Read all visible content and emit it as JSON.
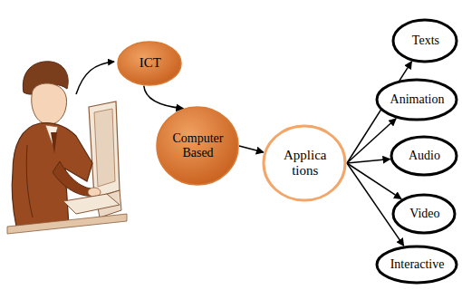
{
  "diagram": {
    "nodes": [
      {
        "text": [
          "ICT"
        ]
      },
      {
        "text": [
          "Computer Based"
        ]
      },
      {
        "text": [
          "Applica tions"
        ]
      },
      {
        "text": [
          "Texts"
        ]
      },
      {
        "text": [
          "Animation"
        ]
      },
      {
        "text": [
          "Audio"
        ]
      },
      {
        "text": [
          "Video"
        ]
      },
      {
        "text": [
          "Interactive"
        ]
      }
    ],
    "edges": [
      {
        "from": 0,
        "to": 1,
        "arrow": "to"
      },
      {
        "from": 1,
        "to": 2,
        "arrow": "to"
      },
      {
        "from": 2,
        "to": 3,
        "arrow": "to"
      },
      {
        "from": 2,
        "to": 4,
        "arrow": "to"
      },
      {
        "from": 2,
        "to": 5,
        "arrow": "to"
      },
      {
        "from": 2,
        "to": 6,
        "arrow": "to"
      },
      {
        "from": 2,
        "to": 7,
        "arrow": "to"
      }
    ]
  }
}
